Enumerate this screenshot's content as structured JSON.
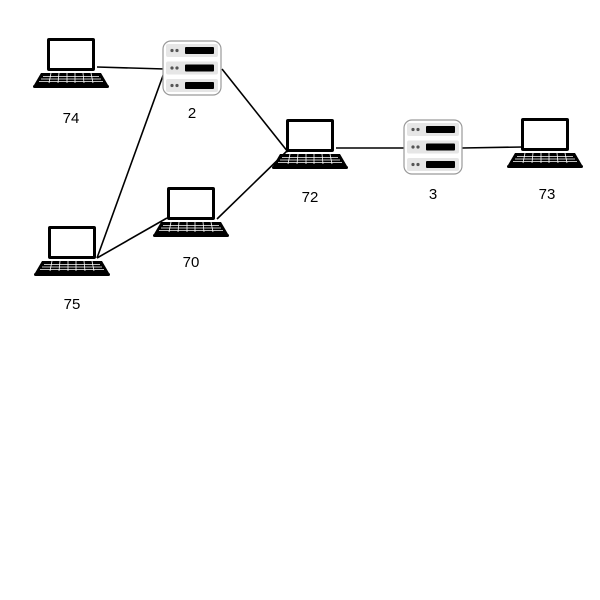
{
  "diagram": {
    "type": "network-topology",
    "background": "#ffffff",
    "stroke_color": "#000000",
    "nodes": [
      {
        "id": "74",
        "label": "74",
        "kind": "laptop-icon"
      },
      {
        "id": "2",
        "label": "2",
        "kind": "server-icon"
      },
      {
        "id": "75",
        "label": "75",
        "kind": "laptop-icon"
      },
      {
        "id": "70",
        "label": "70",
        "kind": "laptop-icon"
      },
      {
        "id": "72",
        "label": "72",
        "kind": "laptop-icon"
      },
      {
        "id": "3",
        "label": "3",
        "kind": "server-icon"
      },
      {
        "id": "73",
        "label": "73",
        "kind": "laptop-icon"
      }
    ],
    "edges": [
      {
        "from": "74",
        "to": "2"
      },
      {
        "from": "2",
        "to": "75"
      },
      {
        "from": "2",
        "to": "72"
      },
      {
        "from": "75",
        "to": "70"
      },
      {
        "from": "70",
        "to": "72"
      },
      {
        "from": "72",
        "to": "3"
      },
      {
        "from": "3",
        "to": "73"
      }
    ]
  }
}
